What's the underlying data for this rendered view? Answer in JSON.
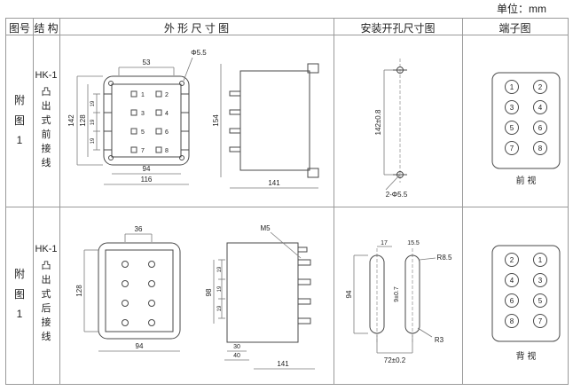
{
  "unit_label": "单位：mm",
  "headers": {
    "fig_no": "图号",
    "structure": "结 构",
    "outline": "外 形 尺 寸 图",
    "mounting": "安装开孔尺寸图",
    "terminal": "端子图"
  },
  "rows": [
    {
      "fig_no": "附图1",
      "model": "HK-1",
      "structure": "凸出式前接线",
      "outline": {
        "dims": {
          "w_top": "53",
          "hole": "Φ5.5",
          "h_total": "142",
          "h_inner": "128",
          "p1": "19",
          "p2": "19",
          "p3": "19",
          "w_inner": "94",
          "w_total": "116",
          "side_h": "154",
          "side_w": "141"
        },
        "terminals": [
          "1",
          "2",
          "3",
          "4",
          "5",
          "6",
          "7",
          "8"
        ]
      },
      "mounting": {
        "height": "142±0.8",
        "holes": "2-Φ5.5"
      },
      "terminal": {
        "numbers": [
          "1",
          "2",
          "3",
          "4",
          "5",
          "6",
          "7",
          "8"
        ],
        "caption": "前 视"
      }
    },
    {
      "fig_no": "附图1",
      "model": "HK-1",
      "structure": "凸出式后接线",
      "outline": {
        "dims": {
          "w_top": "36",
          "h_left": "128",
          "w_bottom": "94",
          "screw": "M5",
          "h_right": "98",
          "p1": "19",
          "p2": "19",
          "p3": "19",
          "d30": "30",
          "d40": "40",
          "side_w": "141"
        }
      },
      "mounting": {
        "top": "17",
        "slot": "15.5",
        "r_outer": "R8.5",
        "height": "94",
        "slot_w": "9±0.7",
        "r_inner": "R3",
        "width": "72±0.2"
      },
      "terminal": {
        "numbers": [
          "2",
          "1",
          "4",
          "3",
          "6",
          "5",
          "8",
          "7"
        ],
        "caption": "背 视"
      }
    }
  ]
}
